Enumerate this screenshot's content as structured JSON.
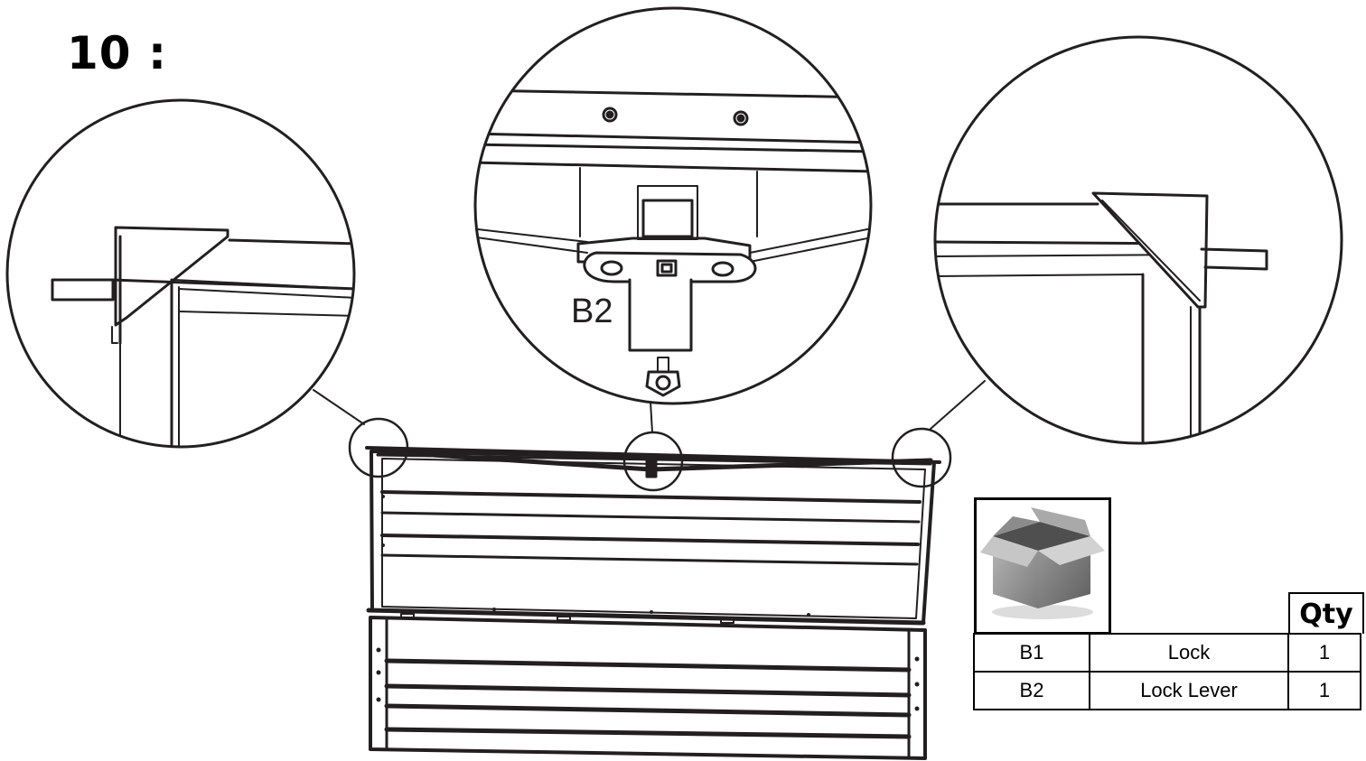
{
  "step": {
    "title": "10 :"
  },
  "callouts": {
    "center_part_label": "B2"
  },
  "parts_table": {
    "qty_header": "Qty",
    "rows": [
      {
        "code": "B1",
        "name": "Lock",
        "qty": "1"
      },
      {
        "code": "B2",
        "name": "Lock Lever",
        "qty": "1"
      }
    ]
  }
}
